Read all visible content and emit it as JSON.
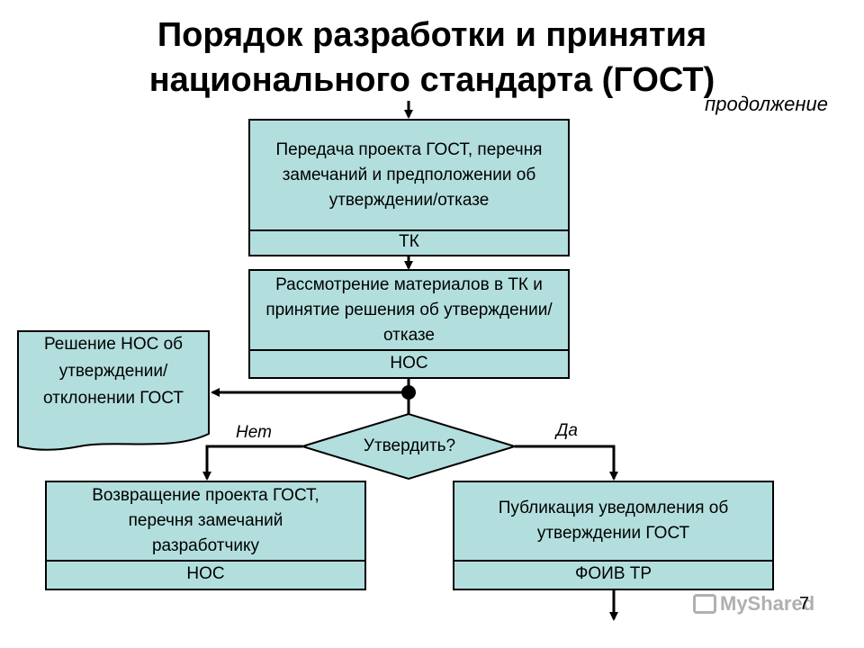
{
  "title": "Порядок разработки и принятия национального стандарта (ГОСТ)",
  "continued_label": "продолжение",
  "boxes": {
    "transfer": {
      "text": "Передача проекта ГОСТ, перечня замечаний и предположении об утверждении/отказе",
      "role": "ТК"
    },
    "review": {
      "text": "Рассмотрение материалов в ТК и принятие решения об утверждении/отказе",
      "role": "НОС"
    },
    "return": {
      "text": "Возвращение проекта ГОСТ, перечня замечаний разработчику",
      "role": "НОС"
    },
    "publish": {
      "text": "Публикация уведомления об утверждении ГОСТ",
      "role": "ФОИВ ТР"
    }
  },
  "document": {
    "text": "Решение НОС об утверждении/ отклонении ГОСТ"
  },
  "decision": {
    "text": "Утвердить?",
    "no_label": "Нет",
    "yes_label": "Да"
  },
  "page_number": "7",
  "watermark": "MyShared",
  "colors": {
    "box_fill": "#b3dede",
    "stroke": "#000000"
  }
}
